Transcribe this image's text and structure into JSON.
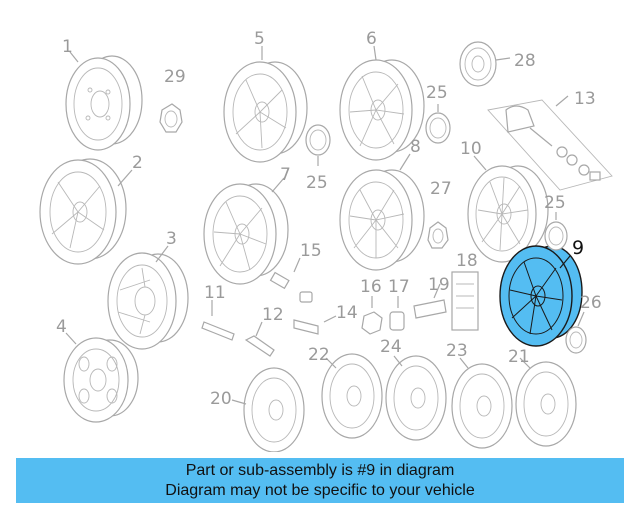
{
  "diagram": {
    "highlighted_part": "9",
    "highlight_color": "#54bdf2",
    "part_numbers": [
      "1",
      "2",
      "3",
      "4",
      "5",
      "6",
      "7",
      "8",
      "10",
      "11",
      "12",
      "13",
      "14",
      "15",
      "16",
      "17",
      "18",
      "19",
      "20",
      "21",
      "22",
      "23",
      "24",
      "25",
      "25",
      "26",
      "27",
      "28",
      "29"
    ]
  },
  "banner": {
    "line1": "Part or sub-assembly is #9 in diagram",
    "line2": "Diagram may not be specific to your vehicle",
    "background": "#54bdf2"
  }
}
